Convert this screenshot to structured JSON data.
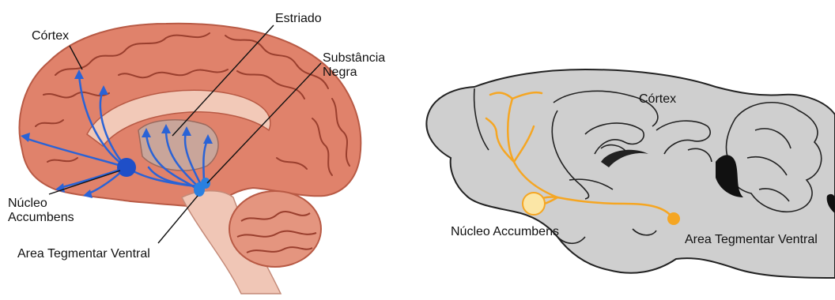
{
  "human_brain": {
    "labels": {
      "cortex": "Córtex",
      "striatum": "Estriado",
      "substantia_nigra_line1": "Substância",
      "substantia_nigra_line2": "Negra",
      "accumbens_line1": "Núcleo",
      "accumbens_line2": "Accumbens",
      "vta": "Area Tegmentar Ventral"
    },
    "colors": {
      "tissue": "#e0826b",
      "tissue_dark": "#b85a45",
      "gyri_line": "#9a3f2e",
      "pathway": "#2a63d6",
      "stem": "#f0c6b6",
      "cerebellum": "#e4957f"
    }
  },
  "rat_brain": {
    "labels": {
      "cortex": "Córtex",
      "accumbens": "Núcleo Accumbens",
      "vta": "Area Tegmentar Ventral"
    },
    "colors": {
      "tissue": "#cfcfcf",
      "outline": "#222222",
      "pathway": "#f5a623",
      "accumbens_fill": "#fbe6a6"
    }
  }
}
